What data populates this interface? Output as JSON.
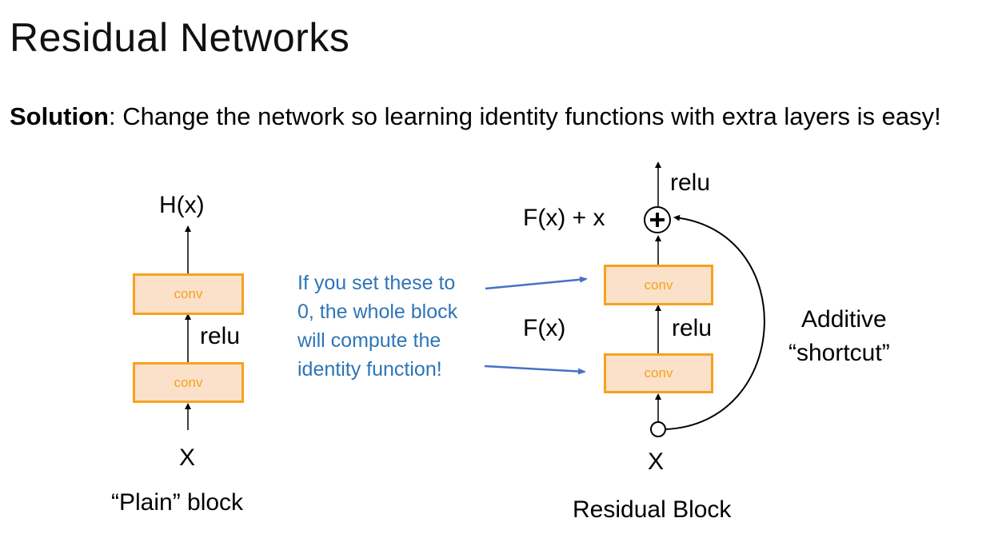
{
  "slide": {
    "title": "Residual Networks",
    "subtitle_bold": "Solution",
    "subtitle_rest": ": Change the network so learning identity functions with extra layers is easy!"
  },
  "plain_block": {
    "output_label": "H(x)",
    "top_layer": "conv",
    "activation": "relu",
    "bottom_layer": "conv",
    "input_label": "X",
    "caption": "“Plain” block"
  },
  "annotation": {
    "text": "If you set these to\n0, the whole block\nwill compute the\nidentity function!",
    "color": "#2e75b6"
  },
  "residual_block": {
    "output_activation": "relu",
    "sum_label": "F(x) + x",
    "sum_node_icon": "plus-circle",
    "top_layer": "conv",
    "residual_label": "F(x)",
    "activation": "relu",
    "bottom_layer": "conv",
    "input_label": "X",
    "shortcut_label_line1": "Additive",
    "shortcut_label_line2": "“shortcut”",
    "caption": "Residual Block"
  },
  "colors": {
    "conv_fill": "#fbe1c9",
    "conv_border": "#f5a21e",
    "annotation_arrow": "#4472c4"
  }
}
